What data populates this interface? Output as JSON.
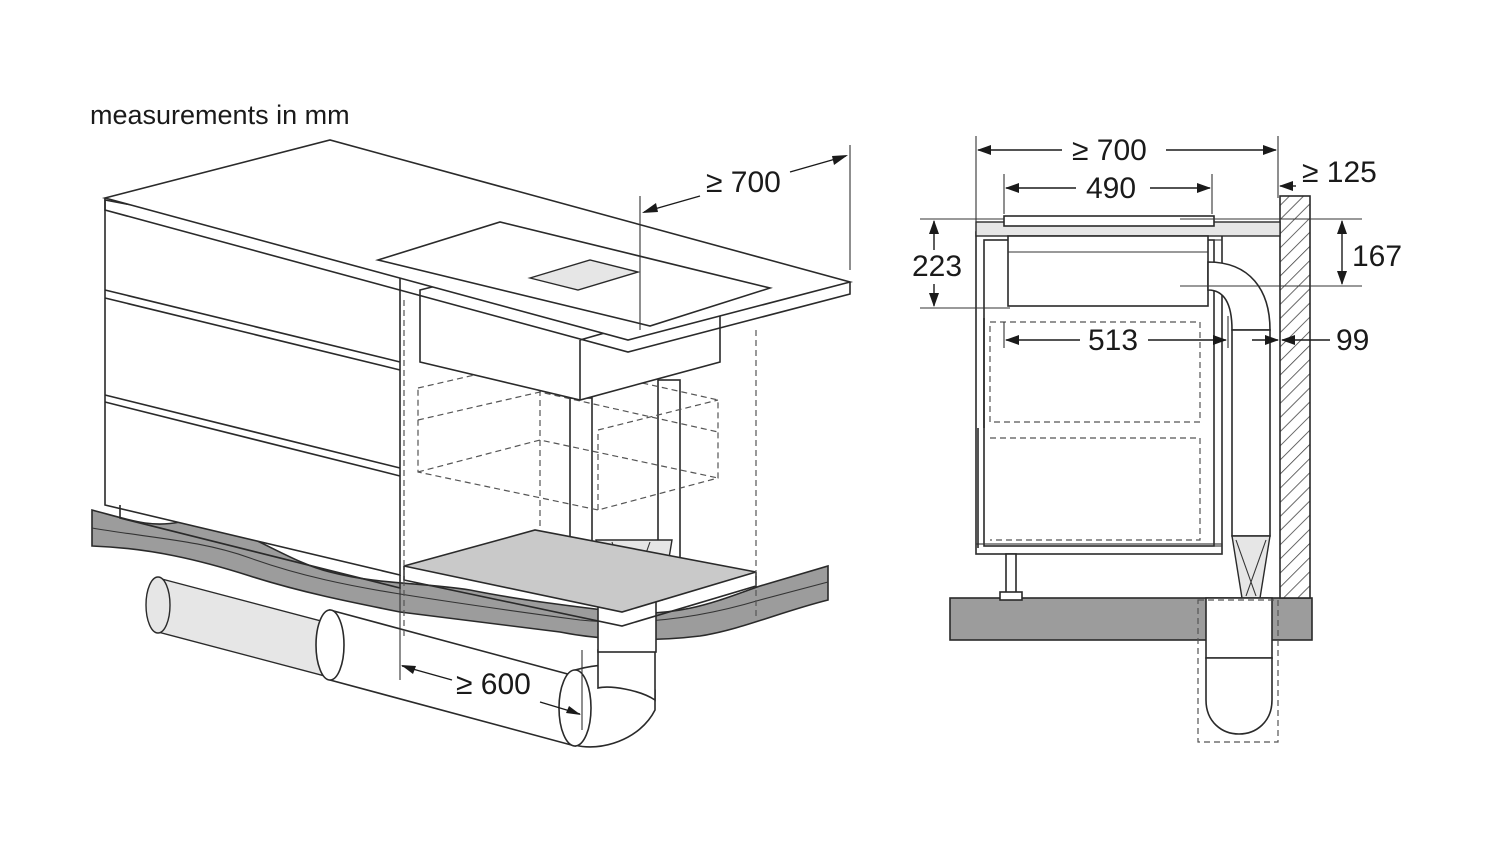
{
  "heading": "measurements in mm",
  "dimensions": {
    "left_depth": "≥ 700",
    "left_pipe": "≥ 600",
    "right_width": "≥ 700",
    "right_cutout": "490",
    "right_wall_gap": "≥ 125",
    "right_height": "223",
    "right_duct_height": "167",
    "right_inner": "513",
    "right_duct_offset": "99"
  },
  "colors": {
    "floor": "#9c9c9c",
    "shelf": "#c9c9c9",
    "line": "#2a2a2a"
  }
}
